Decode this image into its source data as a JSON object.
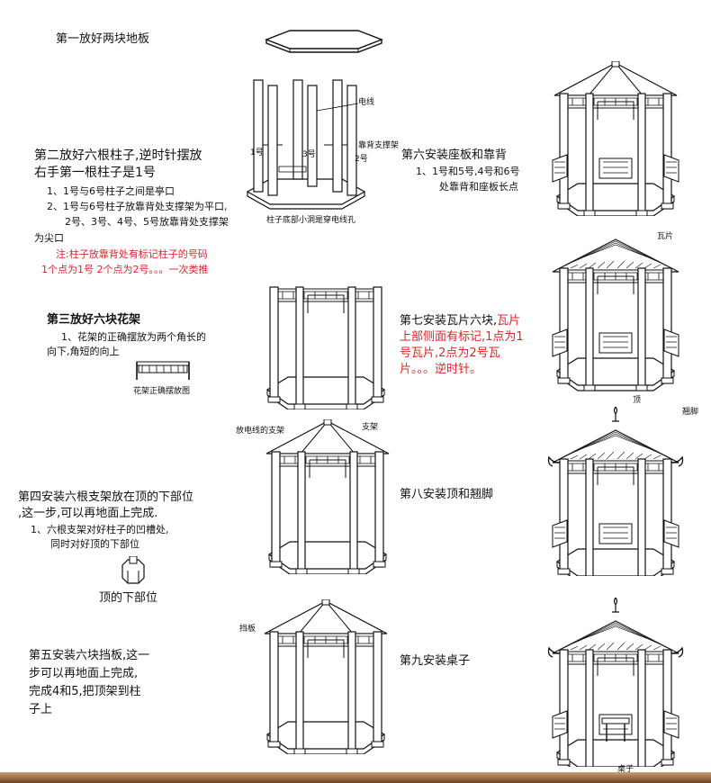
{
  "steps": {
    "s1": {
      "title": "第一放好两块地板"
    },
    "s2": {
      "title": "第二放好六根柱子,逆时针摆放",
      "line2": "右手第一根柱子是1号",
      "line3": "1、1号与6号柱子之间是亭口",
      "line4": "2、1号与6号柱子放靠背处支撑架为平口,",
      "line5": "2号、3号、4号、5号放靠背处支撑架",
      "line6": "为尖口",
      "note1": "注:柱子放靠背处有标记柱子的号码",
      "note2": "1个点为1号  2个点为2号。。。一次类推",
      "lbl_wire": "电线",
      "lbl_support": "靠背支撑架",
      "lbl_no3": "3号",
      "lbl_no2": "2号",
      "lbl_no1": "1号",
      "lbl_hole": "柱子底部小洞是穿电线孔"
    },
    "s3": {
      "title": "第三放好六块花架",
      "line2": "1、花架的正确摆放为两个角长的",
      "line3": "向下,角短的向上",
      "caption": "花架正确摆放图"
    },
    "s4": {
      "title": "第四安装六根支架放在顶的下部位",
      "line2": ",这一步,可以再地面上完成.",
      "line3": "1、六根支架对好柱子的凹槽处,",
      "line4": "同时对好顶的下部位",
      "caption": "顶的下部位",
      "lbl_wire_bracket": "放电线的支架",
      "lbl_bracket": "支架"
    },
    "s5": {
      "line1": "第五安装六块挡板,这一",
      "line2": "步可以再地面上完成,",
      "line3": "完成4和5,把顶架到柱",
      "line4": "子上",
      "lbl_board": "挡板"
    },
    "s6": {
      "title": "第六安装座板和靠背",
      "line2": "1、1号和5号,4号和6号",
      "line3": "处靠背和座板长点"
    },
    "s7": {
      "title_black": "第七安装瓦片六块,",
      "title_red": "瓦片",
      "line2": "上部侧面有标记,1点为1",
      "line3": "号瓦片,2点为2号瓦",
      "line4": "片。。。逆时针。",
      "lbl_tile": "瓦片"
    },
    "s8": {
      "title": "第八安装顶和翘脚",
      "lbl_top": "顶",
      "lbl_eave": "翘脚"
    },
    "s9": {
      "title": "第九安装桌子",
      "lbl_table": "桌子"
    }
  },
  "colors": {
    "note_red": "#d9262b",
    "line": "#111111",
    "bottom_bar": "#8a5a2b"
  }
}
